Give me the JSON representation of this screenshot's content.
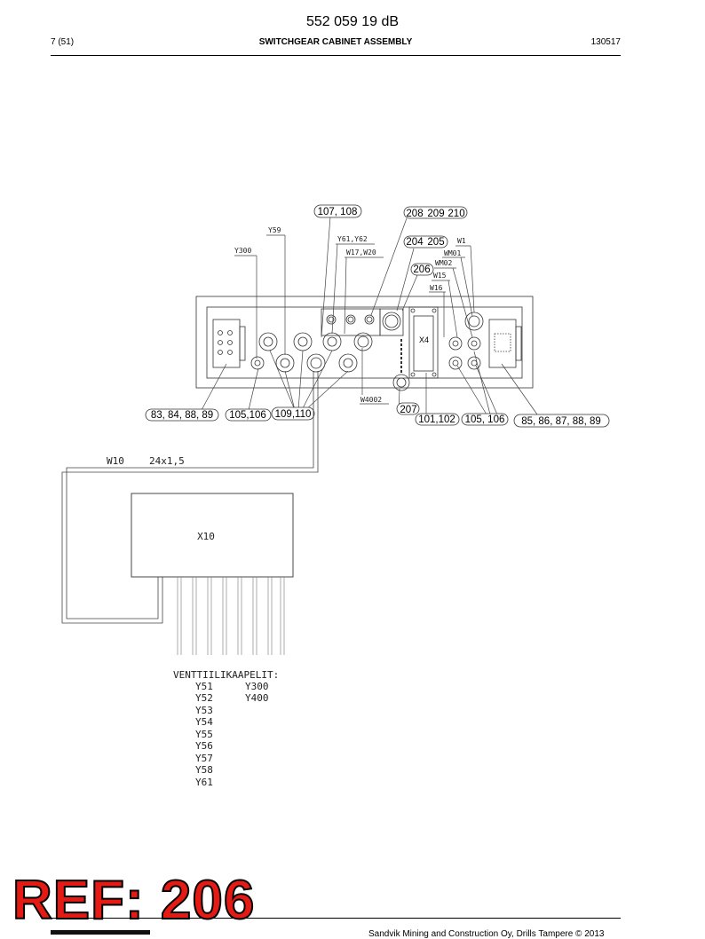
{
  "header": {
    "doc_title": "552 059 19 dB",
    "page": "7 (51)",
    "section": "SWITCHGEAR CABINET ASSEMBLY",
    "date": "130517"
  },
  "drawing": {
    "callouts": {
      "c107": "107, 108",
      "c208": "208",
      "c209": "209",
      "c210": "210",
      "c204": "204",
      "c205": "205",
      "c206": "206",
      "c207": "207",
      "c83": "83, 84, 88, 89",
      "c105a": "105,106",
      "c109": "109,110",
      "c101": "101,102",
      "c105b": "105, 106",
      "c85": "85, 86, 87, 88, 89"
    },
    "labels": {
      "y59": "Y59",
      "y300": "Y300",
      "y61y62": "Y61,Y62",
      "w17w20": "W17,W20",
      "w1": "W1",
      "wm01": "WM01",
      "wm02": "WM02",
      "w15": "W15",
      "w16": "W16",
      "w4002": "W4002",
      "x4": "X4",
      "w10": "W10",
      "cable_spec": "24x1,5",
      "x10": "X10"
    },
    "valve_title": "VENTTIILIKAAPELIT:",
    "valve_col1": [
      "Y51",
      "Y52",
      "Y53",
      "Y54",
      "Y55",
      "Y56",
      "Y57",
      "Y58",
      "Y61"
    ],
    "valve_col2": [
      "Y300",
      "Y400"
    ]
  },
  "stamp": {
    "ref": "REF: 206"
  },
  "footer": {
    "copyright": "Sandvik Mining and Construction Oy, Drills Tampere © 2013"
  }
}
